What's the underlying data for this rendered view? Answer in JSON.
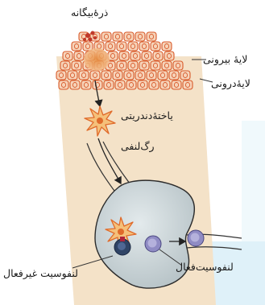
{
  "labels": {
    "foreign_particle": "ذرۀبیگانه",
    "outer_layer": "لایۀ بیرونی",
    "inner_layer": "لایۀدرونی",
    "dendritic_cell": "یاختۀدندریتی",
    "lymph_vessel": "رگ‌لنفی",
    "active_lymphocyte": "لنفوسیت‌فعال",
    "inactive_lymphocyte": "لنفوسیت غیرفعال"
  },
  "colors": {
    "tissue_background": "#f4e2c8",
    "cell_fill": "#f6d3b9",
    "cell_outline": "#d85a2a",
    "infected_cell": "#f3a35a",
    "lymph_node": "#c9d4d8",
    "lymph_node_outline": "#2b2b2b",
    "dendritic_cell": "#f5c07a",
    "dendritic_outline": "#e06a2a",
    "inactive_lymphocyte": "#2f4466",
    "active_lymphocyte": "#8f8bc4",
    "lymphocyte_receptor": "#b0243a",
    "side_strip": "#d7eef8"
  }
}
